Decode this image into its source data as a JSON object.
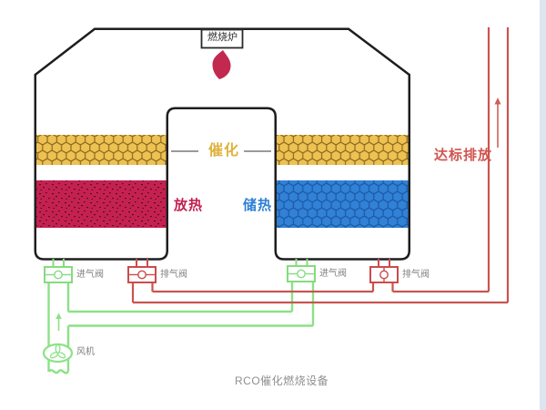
{
  "diagram": {
    "caption": "RCO催化燃烧设备",
    "furnace_label": "燃烧炉",
    "catalyst_label": "催化",
    "exotherm_label": "放热",
    "heat_storage_label": "储热",
    "emission_label": "达标排放",
    "fan_label": "风机",
    "valves": {
      "left_intake": "进气阀",
      "left_exhaust": "排气阀",
      "right_intake": "进气阀",
      "right_exhaust": "排气阀"
    },
    "colors": {
      "outline_black": "#1e1e1e",
      "catalyst_yellow": "#edc152",
      "exotherm_red": "#c52150",
      "storage_blue": "#3181d6",
      "pipe_green": "#8de187",
      "pipe_red": "#c9554f",
      "emission_text_red": "#d0544f",
      "label_gray": "#808080",
      "flame_crimson": "#c2294e"
    }
  }
}
